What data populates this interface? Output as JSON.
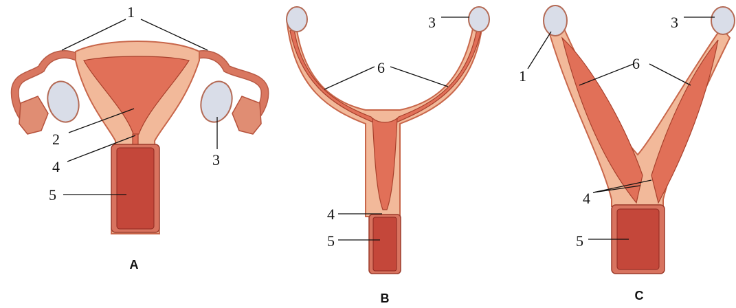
{
  "colors": {
    "tissue_light": "#f2b99a",
    "tissue_mid": "#e08d73",
    "cavity": "#e17058",
    "ovary": "#d9dde8",
    "vagina": "#c4473a"
  },
  "panels": {
    "a": {
      "caption": "A",
      "labels": [
        "1",
        "2",
        "3",
        "4",
        "5"
      ]
    },
    "b": {
      "caption": "B",
      "labels": [
        "3",
        "6",
        "4",
        "5"
      ]
    },
    "c": {
      "caption": "C",
      "labels": [
        "1",
        "3",
        "6",
        "4",
        "5"
      ]
    }
  }
}
